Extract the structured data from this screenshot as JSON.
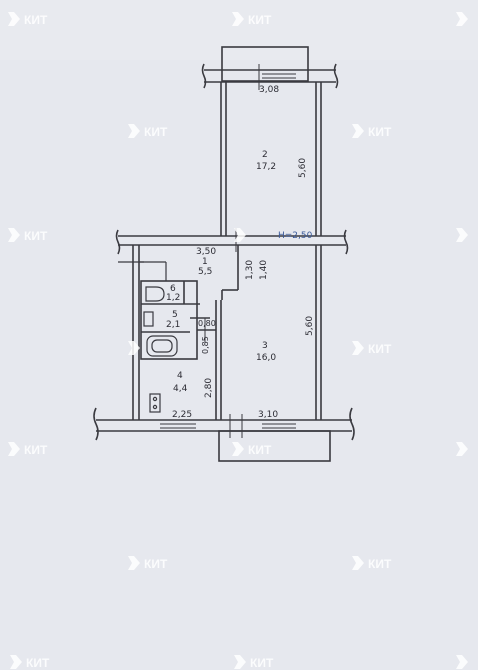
{
  "watermark": {
    "text": "КИТ"
  },
  "floor_plan": {
    "ceiling_height": "H=2,50",
    "rooms": [
      {
        "number": "1",
        "area": "5,5"
      },
      {
        "number": "2",
        "area": "17,2"
      },
      {
        "number": "3",
        "area": "16,0"
      },
      {
        "number": "4",
        "area": "4,4"
      },
      {
        "number": "5",
        "area": "2,1"
      },
      {
        "number": "6",
        "area": "1,2"
      }
    ],
    "dimensions": {
      "top_width": "3,08",
      "room2_length": "5,60",
      "room3_length": "5,60",
      "hall_width": "3,50",
      "niche_a": "1,30",
      "niche_b": "1,40",
      "bath_width": "0,80",
      "bath_small": "0,85",
      "corridor": "2,80",
      "kitchen_width": "2,25",
      "room3_width": "3,10"
    }
  }
}
